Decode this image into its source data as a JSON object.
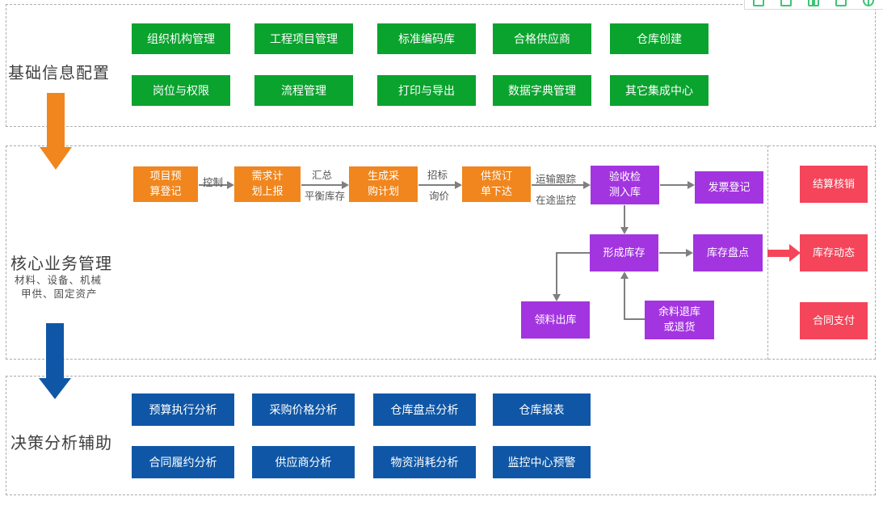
{
  "toolbar": {
    "icons": [
      {
        "name": "document-icon"
      },
      {
        "name": "fullscreen-brackets-icon"
      },
      {
        "name": "table-grid-icon"
      },
      {
        "name": "image-icon"
      },
      {
        "name": "settings-icon"
      }
    ]
  },
  "basic": {
    "label": "基础信息配置",
    "row1": [
      "组织机构管理",
      "工程项目管理",
      "标准编码库",
      "合格供应商",
      "仓库创建"
    ],
    "row2": [
      "岗位与权限",
      "流程管理",
      "打印与导出",
      "数据字典管理",
      "其它集成中心"
    ]
  },
  "core": {
    "label": "核心业务管理",
    "sub1": "材料、设备、机械",
    "sub2": "甲供、固定资产",
    "flow": {
      "budget": "项目预\n算登记",
      "demand": "需求计\n划上报",
      "plan": "生成采\n购计划",
      "order": "供货订\n单下达",
      "inspect": "验收检\n测入库",
      "invoice": "发票登记",
      "stock": "形成库存",
      "count": "库存盘点",
      "issue": "领料出库",
      "surplus": "余料退库\n或退货"
    },
    "edges": {
      "control": "控制",
      "summary": "汇总",
      "balance": "平衡库存",
      "bid": "招标",
      "inquiry": "询价",
      "track": "运输跟踪",
      "transit": "在途监控"
    },
    "right": {
      "settle": "结算核销",
      "dynamic": "库存动态",
      "payment": "合同支付"
    }
  },
  "analysis": {
    "label": "决策分析辅助",
    "row1": [
      "预算执行分析",
      "采购价格分析",
      "仓库盘点分析",
      "仓库报表"
    ],
    "row2": [
      "合同履约分析",
      "供应商分析",
      "物资消耗分析",
      "监控中心预警"
    ]
  },
  "colors": {
    "green": "#0aa32e",
    "orange": "#f0861d",
    "purple": "#a335e0",
    "red": "#f4455a",
    "blue": "#0f57a6",
    "toolbar_icon_green": "#3fc476",
    "dashed_border": "#ababab",
    "connector_gray": "#7f7f7f",
    "label_text": "#3f3f3f"
  }
}
